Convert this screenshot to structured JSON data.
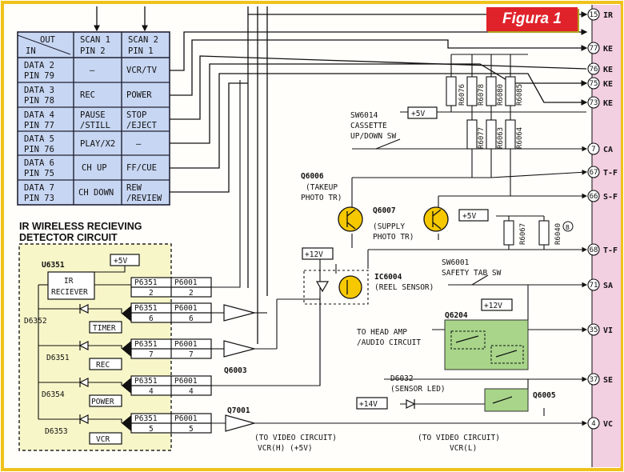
{
  "figure_label": "Figura 1",
  "scan_table": {
    "header_out": "OUT",
    "header_in": "IN",
    "scan1": [
      "SCAN 1",
      "PIN 2"
    ],
    "scan2": [
      "SCAN 2",
      "PIN 1"
    ],
    "rows": [
      {
        "data": [
          "DATA 2",
          "PIN 79"
        ],
        "scan1": [
          "—"
        ],
        "scan2": [
          "VCR/TV"
        ]
      },
      {
        "data": [
          "DATA 3",
          "PIN 78"
        ],
        "scan1": [
          "REC"
        ],
        "scan2": [
          "POWER"
        ]
      },
      {
        "data": [
          "DATA 4",
          "PIN 77"
        ],
        "scan1": [
          "PAUSE",
          "/STILL"
        ],
        "scan2": [
          "STOP",
          "/EJECT"
        ]
      },
      {
        "data": [
          "DATA 5",
          "PIN 76"
        ],
        "scan1": [
          "PLAY/X2"
        ],
        "scan2": [
          "—"
        ]
      },
      {
        "data": [
          "DATA 6",
          "PIN 75"
        ],
        "scan1": [
          "CH UP"
        ],
        "scan2": [
          "FF/CUE"
        ]
      },
      {
        "data": [
          "DATA 7",
          "PIN 73"
        ],
        "scan1": [
          "CH DOWN"
        ],
        "scan2": [
          "REW",
          "/REVIEW"
        ]
      }
    ]
  },
  "ir_block": {
    "title": [
      "IR WIRELESS RECIEVING",
      "DETECTOR CIRCUIT"
    ],
    "u_label": "U6351",
    "supply": "+5V",
    "receiver": [
      "IR",
      "RECIEVER"
    ],
    "connectors": [
      {
        "left": "P6351",
        "right": "P6001",
        "pin": "2"
      },
      {
        "left": "P6351",
        "right": "P6001",
        "pin": "6"
      },
      {
        "left": "P6351",
        "right": "P6001",
        "pin": "7"
      },
      {
        "left": "P6351",
        "right": "P6001",
        "pin": "4"
      },
      {
        "left": "P6351",
        "right": "P6001",
        "pin": "5"
      }
    ],
    "leds": [
      {
        "ref": "D6352",
        "label": "TIMER"
      },
      {
        "ref": "D6351",
        "label": "REC"
      },
      {
        "ref": "D6354",
        "label": "POWER"
      },
      {
        "ref": "D6353",
        "label": "VCR"
      }
    ]
  },
  "components": {
    "q6003": "Q6003",
    "q7001": "Q7001",
    "to_video_1": [
      "(TO VIDEO CIRCUIT)",
      "VCR(H) (+5V)"
    ],
    "to_video_2": [
      "(TO VIDEO CIRCUIT)",
      "VCR(L)"
    ],
    "sw6014": [
      "SW6014",
      "CASSETTE",
      "UP/DOWN SW"
    ],
    "plus5v_a": "+5V",
    "plus5v_b": "+5V",
    "plus12v_a": "+12V",
    "plus12v_b": "+12V",
    "plus14v": "+14V",
    "q6006": "Q6006",
    "q6006_desc": [
      "(TAKEUP",
      "PHOTO TR)"
    ],
    "q6007": "Q6007",
    "q6007_desc": [
      "(SUPPLY",
      "PHOTO TR)"
    ],
    "ic6004": "IC6004",
    "ic6004_desc": "(REEL SENSOR)",
    "sw6001": [
      "SW6001",
      "SAFETY TAB SW"
    ],
    "q6204": "Q6204",
    "head_amp": [
      "TO HEAD AMP",
      "/AUDIO CIRCUIT"
    ],
    "d6032": [
      "D6032",
      "(SENSOR LED)"
    ],
    "q6005": "Q6005",
    "resistors_top": [
      "R6076",
      "R6078",
      "R6080",
      "R6085"
    ],
    "resistors_mid": [
      "R6077",
      "R6063",
      "R6064"
    ],
    "resistors_right": [
      "R6067",
      "R6040"
    ],
    "test_point": "B"
  },
  "connector_pins": [
    {
      "num": "15",
      "label": "IR"
    },
    {
      "num": "77",
      "label": "KE"
    },
    {
      "num": "76",
      "label": "KE"
    },
    {
      "num": "75",
      "label": "KE"
    },
    {
      "num": "73",
      "label": "KE"
    },
    {
      "num": "7",
      "label": "CA"
    },
    {
      "num": "67",
      "label": "T-F"
    },
    {
      "num": "66",
      "label": "S-F"
    },
    {
      "num": "68",
      "label": "T-F"
    },
    {
      "num": "71",
      "label": "SA"
    },
    {
      "num": "35",
      "label": "VI"
    },
    {
      "num": "37",
      "label": "SE"
    },
    {
      "num": "4",
      "label": "VC"
    }
  ],
  "colors": {
    "border": "#f0c21a",
    "table_bg": "#c7d6f2",
    "ir_bg": "#f7f6c9",
    "q6204_bg": "#a8d58a",
    "right_strip": "#f3cfe2",
    "figura_bg": "#e0222a"
  }
}
